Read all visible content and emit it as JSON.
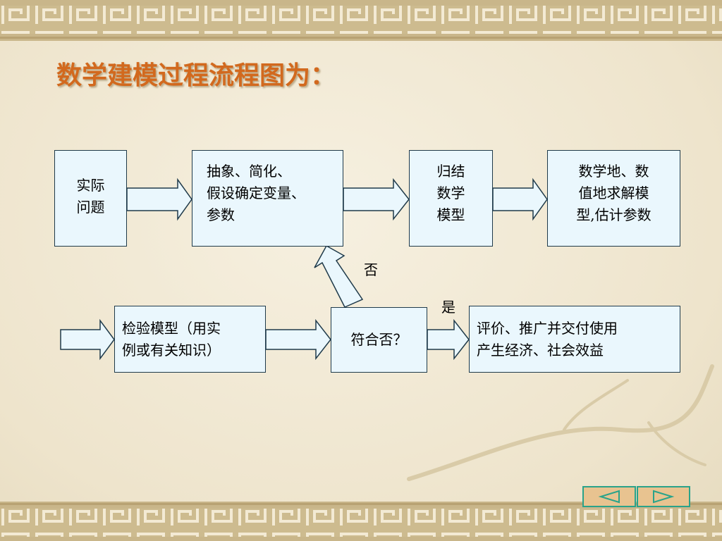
{
  "slide": {
    "title": "数学建模过程流程图为："
  },
  "flowchart": {
    "nodes": [
      {
        "id": "n1",
        "text": "实际\n问题"
      },
      {
        "id": "n2",
        "text": "抽象、简化、\n假设确定变量、\n参数"
      },
      {
        "id": "n3",
        "text": "归结\n数学\n模型"
      },
      {
        "id": "n4",
        "text": "数学地、数\n值地求解模\n型,估计参数"
      },
      {
        "id": "n5",
        "text": "检验模型（用实\n例或有关知识）"
      },
      {
        "id": "n6",
        "text": "符合否？"
      },
      {
        "id": "n7",
        "text": "评价、推广并交付使用\n产生经济、社会效益"
      }
    ],
    "edge_labels": {
      "no": "否",
      "yes": "是"
    }
  },
  "colors": {
    "title": "#d2691e",
    "box_fill": "#eaf7fd",
    "box_border": "#1f3a4a",
    "arrow_fill": "#eaf7fd",
    "nav_fill": "#e8c390",
    "nav_border": "#2aa38a"
  },
  "navigation": {
    "prev_icon": "left-triangle-icon",
    "next_icon": "right-triangle-icon"
  }
}
